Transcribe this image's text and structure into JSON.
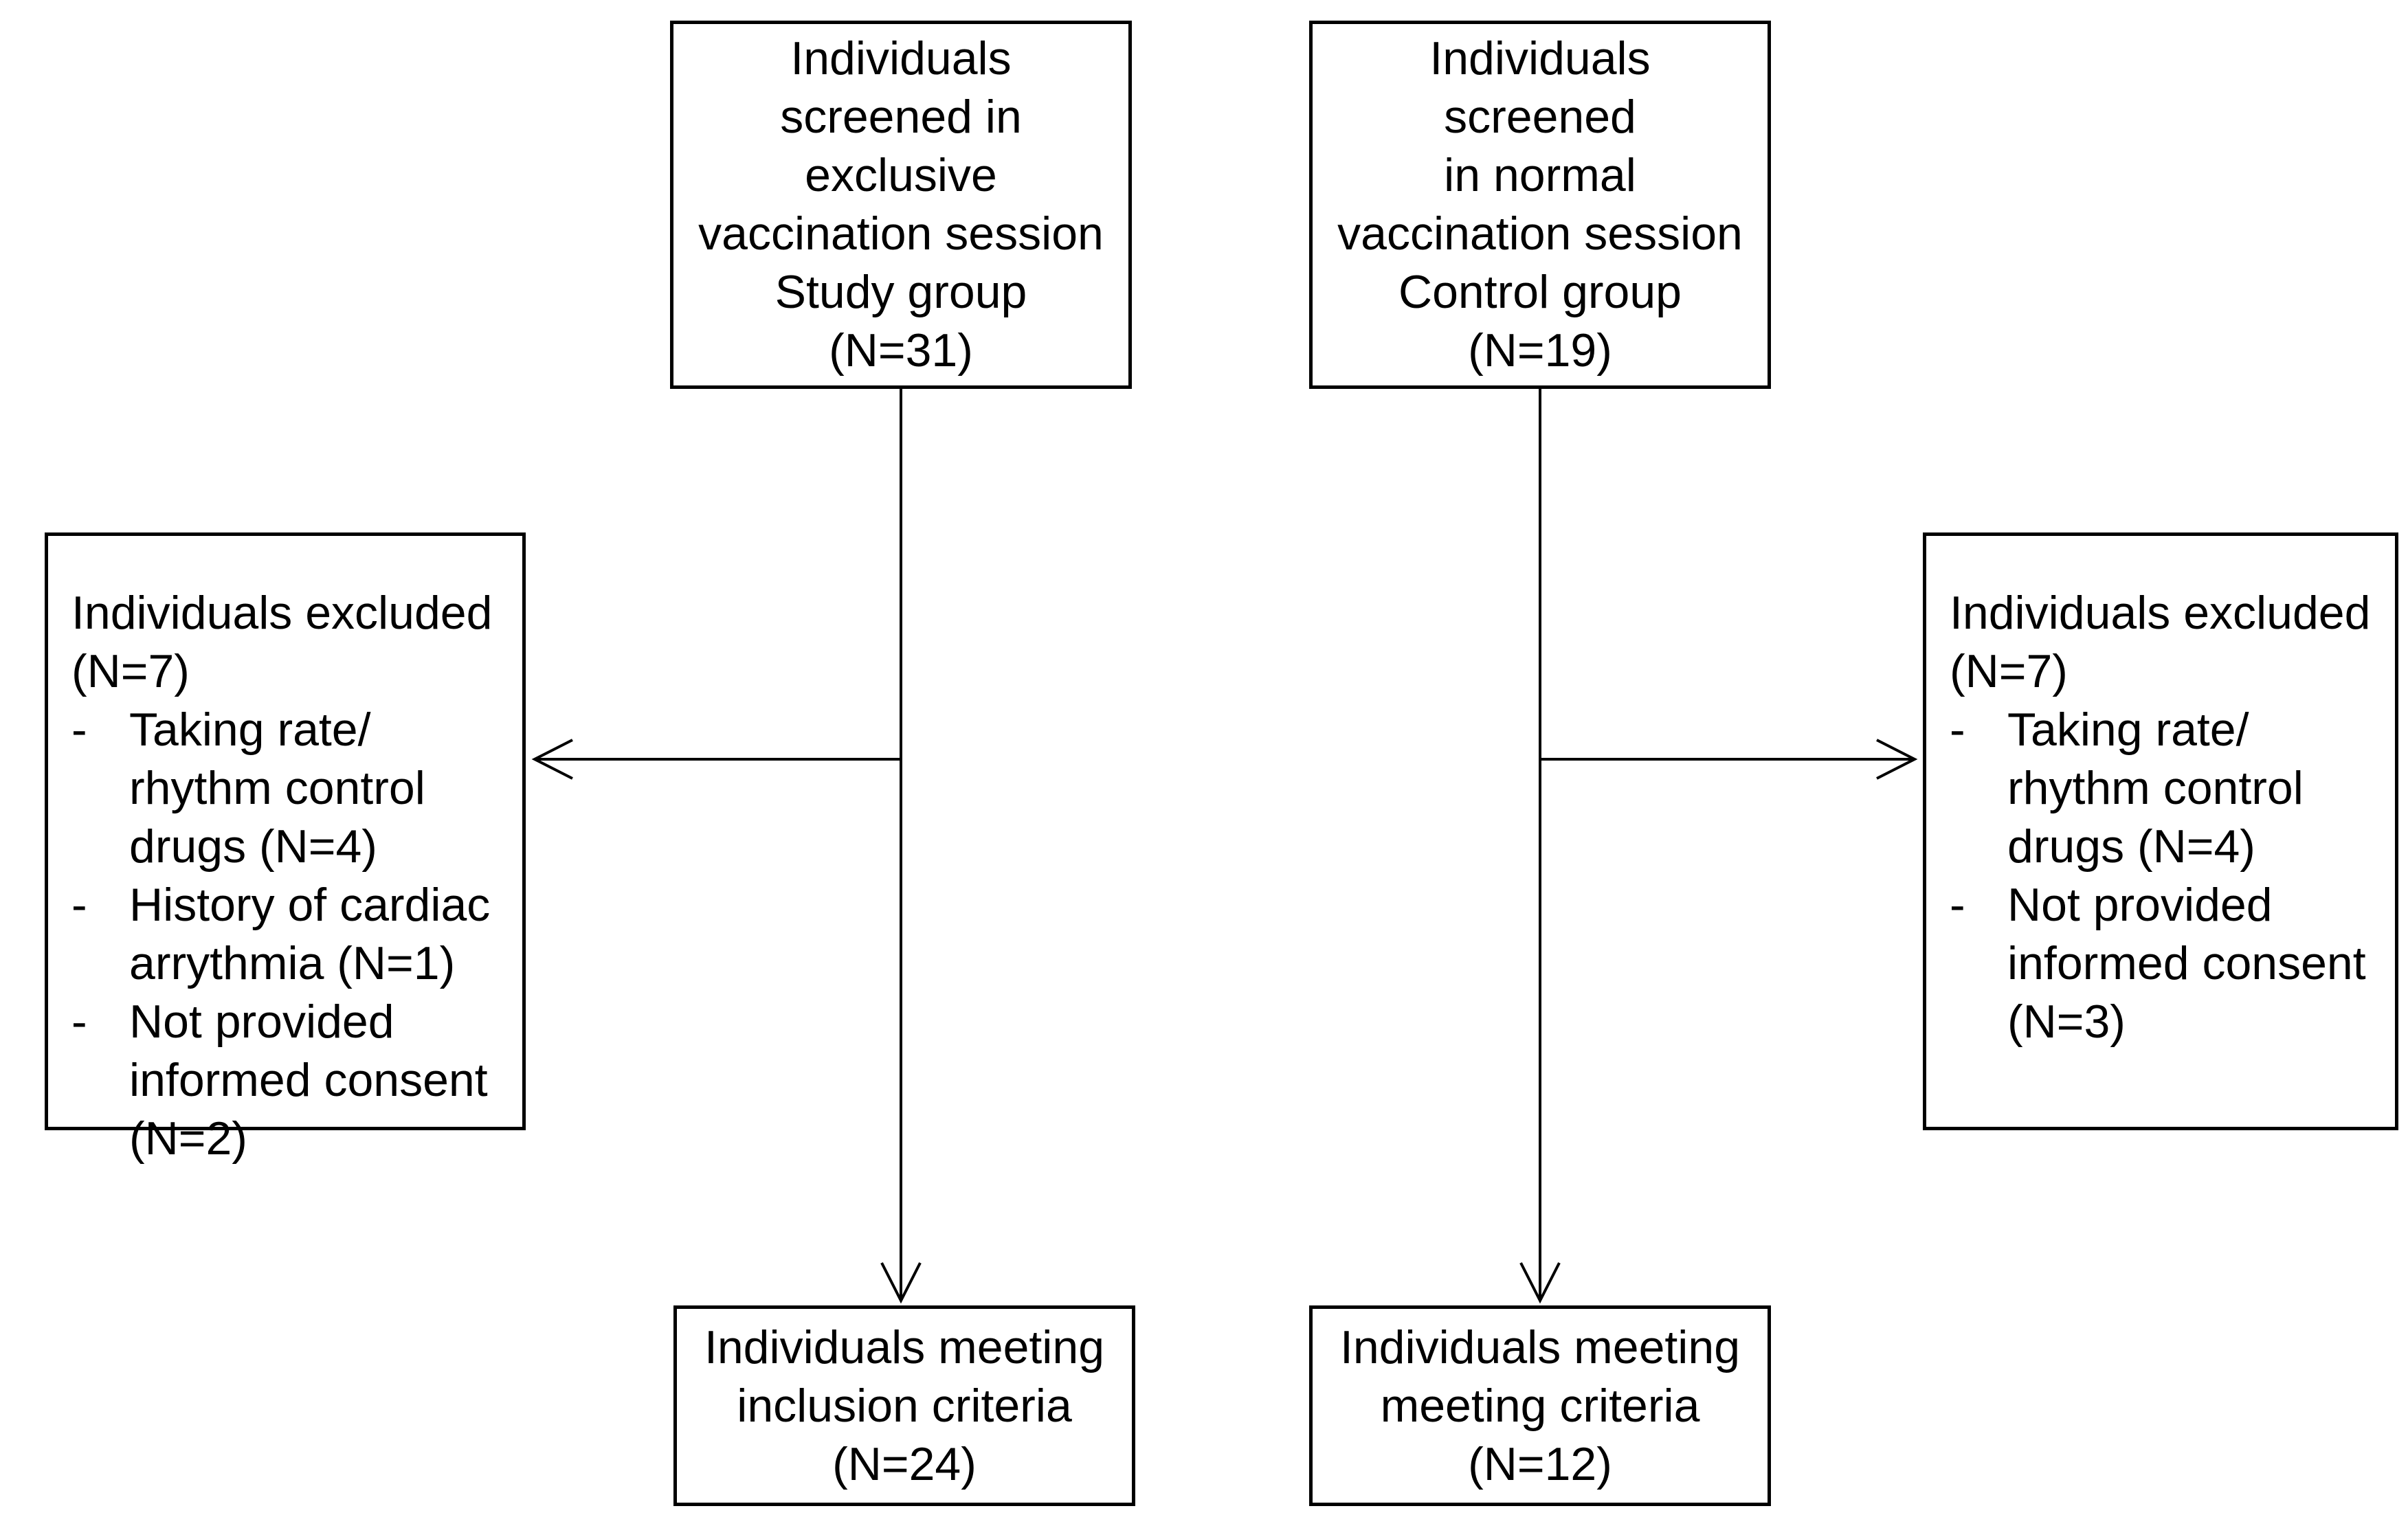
{
  "colors": {
    "background": "#ffffff",
    "text": "#000000",
    "line": "#000000"
  },
  "bullet_char": "-",
  "boxes": {
    "screened_study": {
      "lines": [
        "Individuals",
        "screened in",
        "exclusive",
        "vaccination session",
        "Study group",
        "(N=31)"
      ]
    },
    "screened_control": {
      "lines": [
        "Individuals",
        "screened",
        "in normal",
        "vaccination session",
        "Control group",
        "(N=19)"
      ]
    },
    "excluded_study": {
      "lines": [
        {
          "style": "plain",
          "text": "Individuals excluded"
        },
        {
          "style": "plain",
          "text": "(N=7)"
        },
        {
          "style": "bullet",
          "text": "Taking rate/"
        },
        {
          "style": "cont",
          "text": "rhythm control"
        },
        {
          "style": "cont",
          "text": "drugs (N=4)"
        },
        {
          "style": "bullet",
          "text": "History of cardiac"
        },
        {
          "style": "cont",
          "text": "arrythmia (N=1)"
        },
        {
          "style": "bullet",
          "text": "Not provided"
        },
        {
          "style": "cont",
          "text": "informed consent"
        },
        {
          "style": "cont",
          "text": "(N=2)"
        }
      ]
    },
    "excluded_control": {
      "lines": [
        {
          "style": "plain",
          "text": "Individuals excluded"
        },
        {
          "style": "plain",
          "text": "(N=7)"
        },
        {
          "style": "bullet",
          "text": "Taking rate/"
        },
        {
          "style": "cont",
          "text": "rhythm control"
        },
        {
          "style": "cont",
          "text": "drugs (N=4)"
        },
        {
          "style": "bullet",
          "text": "Not provided"
        },
        {
          "style": "cont",
          "text": "informed consent"
        },
        {
          "style": "cont",
          "text": "(N=3)"
        }
      ]
    },
    "included_study": {
      "lines": [
        "Individuals meeting",
        "inclusion criteria",
        "(N=24)"
      ]
    },
    "included_control": {
      "lines": [
        "Individuals meeting",
        "meeting criteria",
        "(N=12)"
      ]
    }
  }
}
